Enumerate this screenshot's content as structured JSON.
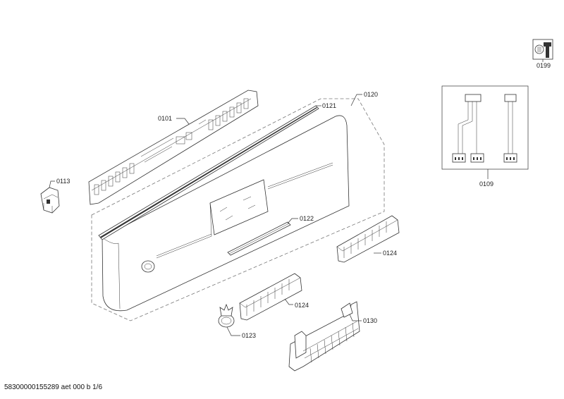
{
  "labels": {
    "p0101": "0101",
    "p0109": "0109",
    "p0113": "0113",
    "p0120": "0120",
    "p0121": "0121",
    "p0122": "0122",
    "p0123": "0123",
    "p0124a": "0124",
    "p0124b": "0124",
    "p0130": "0130",
    "p0199": "0199"
  },
  "footer": "58300000155289 aet 000 b 1/6"
}
